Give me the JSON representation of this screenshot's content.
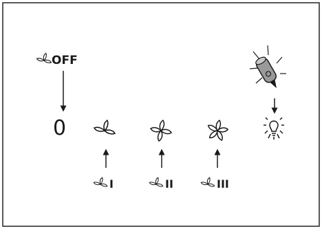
{
  "diagram": {
    "off_label": "OFF",
    "zero_symbol": "0",
    "speed_labels": [
      "I",
      "II",
      "III"
    ],
    "icons": {
      "off_fan": "fan-icon",
      "speed1_fan": "fan-2-blade-icon",
      "speed2_fan": "fan-4-blade-icon",
      "speed3_fan": "fan-5-blade-icon",
      "lamp": "light-bulb-icon",
      "remote": "remote-pointer-icon"
    },
    "colors": {
      "ink": "#1a1a1a",
      "border": "#222222",
      "background": "#ffffff"
    }
  }
}
